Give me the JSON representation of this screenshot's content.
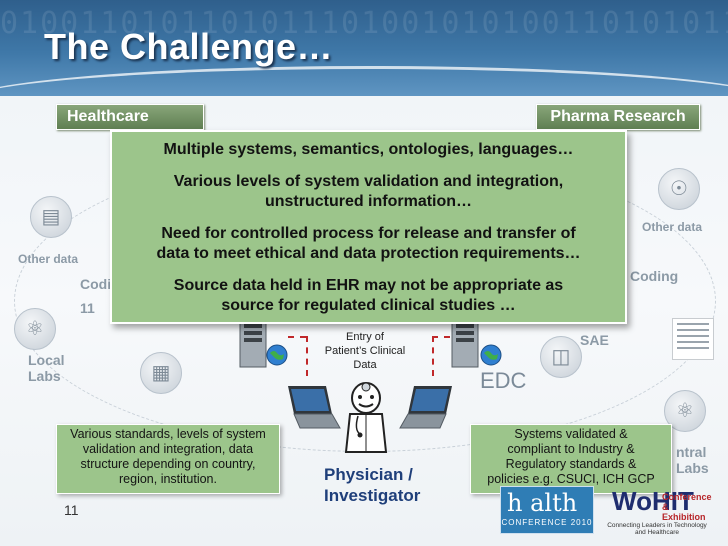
{
  "title": "The Challenge…",
  "banner_digits": "0100110101101011101001010100110101011011",
  "tags": {
    "left": "Healthcare",
    "right": "Pharma Research"
  },
  "main_box": {
    "lines": [
      "Multiple systems, semantics, ontologies, languages…",
      "Various levels of system validation and integration,",
      "unstructured information…",
      "Need for controlled process for release and transfer of",
      "data to meet ethical and data protection requirements…",
      "Source data held in EHR may not be appropriate as",
      "source for regulated clinical studies …"
    ]
  },
  "background_labels": {
    "other_data_left": "Other data",
    "coding_left": "Codin",
    "local_labs_1": "Local",
    "local_labs_2": "Labs",
    "other_data_right": "Other data",
    "coding_right": "Coding",
    "sae": "SAE",
    "edc": "EDC",
    "central_labs_1": "ntral",
    "central_labs_2": "Labs",
    "eleven_ghost": "11"
  },
  "entry": {
    "line1": "Entry of",
    "line2": "Patient’s Clinical",
    "line3": "Data"
  },
  "note_left": {
    "lines": [
      "Various standards, levels of system",
      "validation and integration, data",
      "structure depending on country,",
      "region, institution."
    ]
  },
  "note_right": {
    "lines": [
      "Systems validated &",
      "compliant to Industry &",
      "Regulatory standards &",
      "policies e.g. CSUCI, ICH GCP"
    ]
  },
  "physician": {
    "line1": "Physician /",
    "line2": "Investigator"
  },
  "page_number": "11",
  "logo_health": {
    "word": "h alth",
    "sub": "CONFERENCE 2010"
  },
  "logo_wohit": {
    "word": "WoHIT",
    "sub1": "Conference & Exhibition",
    "sub2": "Connecting Leaders in Technology and Healthcare"
  },
  "colors": {
    "accent_green": "#9cc58b",
    "tag_green": "#6f8f62",
    "banner_blue": "#3f78a8",
    "physician_blue": "#1f3f7a"
  }
}
